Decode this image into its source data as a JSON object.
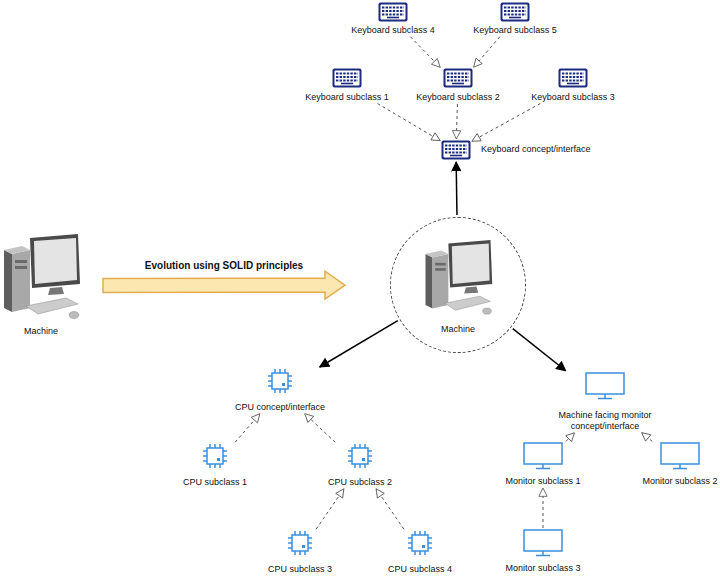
{
  "diagram": {
    "nodes": [
      {
        "text": [
          "Machine"
        ]
      },
      {
        "text": [
          "Machine"
        ]
      },
      {
        "text": [
          "Keyboard concept/interface"
        ]
      },
      {
        "text": [
          "Keyboard subclass 1"
        ]
      },
      {
        "text": [
          "Keyboard subclass 2"
        ]
      },
      {
        "text": [
          "Keyboard subclass 3"
        ]
      },
      {
        "text": [
          "Keyboard subclass 4"
        ]
      },
      {
        "text": [
          "Keyboard subclass 5"
        ]
      },
      {
        "text": [
          "CPU concept/interface"
        ]
      },
      {
        "text": [
          "CPU subclass 1"
        ]
      },
      {
        "text": [
          "CPU subclass 2"
        ]
      },
      {
        "text": [
          "CPU subclass 3"
        ]
      },
      {
        "text": [
          "CPU subclass 4"
        ]
      },
      {
        "text": [
          "Machine facing monitor concept/interface"
        ]
      },
      {
        "text": [
          "Monitor subclass 1"
        ]
      },
      {
        "text": [
          "Monitor subclass 2"
        ]
      },
      {
        "text": [
          "Monitor subclass 3"
        ]
      }
    ],
    "edges": [
      {
        "from": 0,
        "to": 1,
        "arrow": "to",
        "label": "Evolution using SOLID principles"
      },
      {
        "from": 1,
        "to": 2,
        "arrow": "to"
      },
      {
        "from": 1,
        "to": 8,
        "arrow": "to"
      },
      {
        "from": 1,
        "to": 13,
        "arrow": "to"
      },
      {
        "from": 3,
        "to": 2,
        "arrow": "to"
      },
      {
        "from": 4,
        "to": 2,
        "arrow": "to"
      },
      {
        "from": 5,
        "to": 2,
        "arrow": "to"
      },
      {
        "from": 6,
        "to": 4,
        "arrow": "to"
      },
      {
        "from": 7,
        "to": 4,
        "arrow": "to"
      },
      {
        "from": 9,
        "to": 8,
        "arrow": "to"
      },
      {
        "from": 10,
        "to": 8,
        "arrow": "to"
      },
      {
        "from": 11,
        "to": 10,
        "arrow": "to"
      },
      {
        "from": 12,
        "to": 10,
        "arrow": "to"
      },
      {
        "from": 14,
        "to": 13,
        "arrow": "to"
      },
      {
        "from": 15,
        "to": 13,
        "arrow": "to"
      },
      {
        "from": 16,
        "to": 14,
        "arrow": "to"
      }
    ]
  }
}
